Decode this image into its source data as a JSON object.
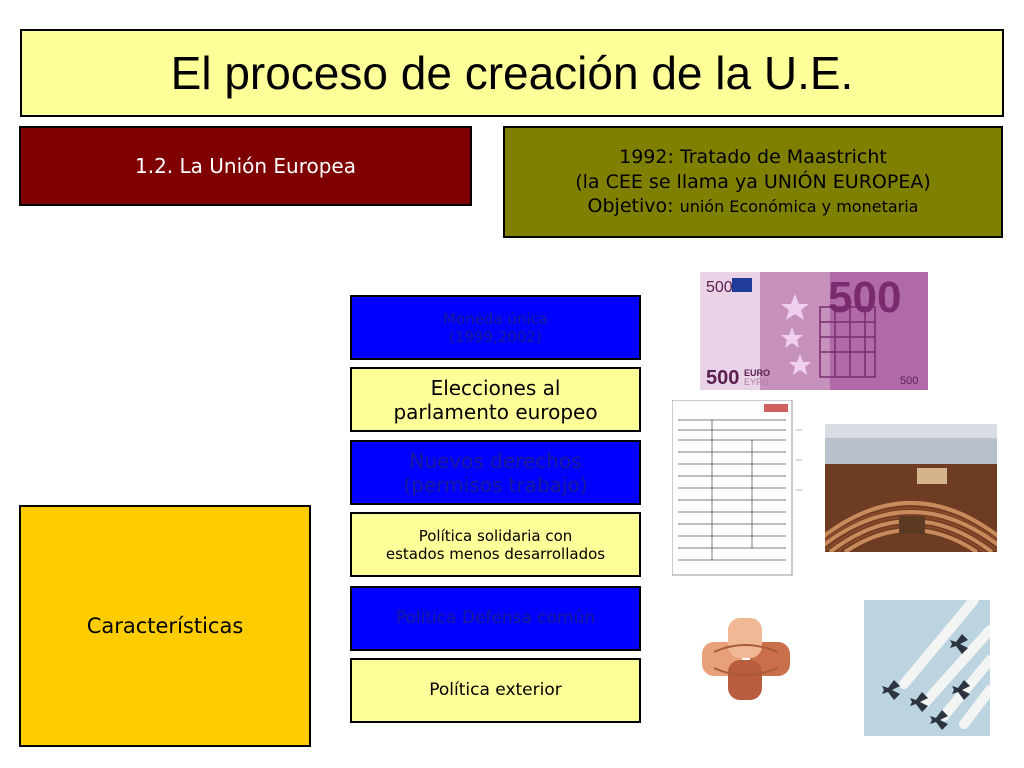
{
  "title": "El proceso de creación de la U.E.",
  "subtitle": "1.2. La Unión Europea",
  "treaty": {
    "line1": "1992: Tratado de Maastricht",
    "line2": "(la CEE se llama ya UNIÓN EUROPEA)",
    "objective_label": "Objetivo:",
    "objective_text": "unión Económica y monetaria"
  },
  "characteristics_label": "Características",
  "features": [
    {
      "line1": "Moneda única",
      "line2": "(1999,2002)"
    },
    {
      "line1": "Elecciones al",
      "line2": "parlamento europeo"
    },
    {
      "line1": "Nuevos derechos",
      "line2": "(permisos trabajo)"
    },
    {
      "line1": "Política solidaria con",
      "line2": "estados menos desarrollados"
    },
    {
      "line1": "Política Defensa común"
    },
    {
      "line1": "Política exterior"
    }
  ],
  "images": {
    "banknote": {
      "value": "500",
      "currency": "EURO",
      "alt_currency": "EYPΩ"
    }
  },
  "colors": {
    "title_bg": "#ffff99",
    "subtitle_bg": "#7f0000",
    "treaty_bg": "#808000",
    "characteristics_bg": "#ffcc00",
    "feature_blue": "#0000ff",
    "feature_yellow": "#ffff99",
    "banknote_purple": "#b06aa8"
  }
}
